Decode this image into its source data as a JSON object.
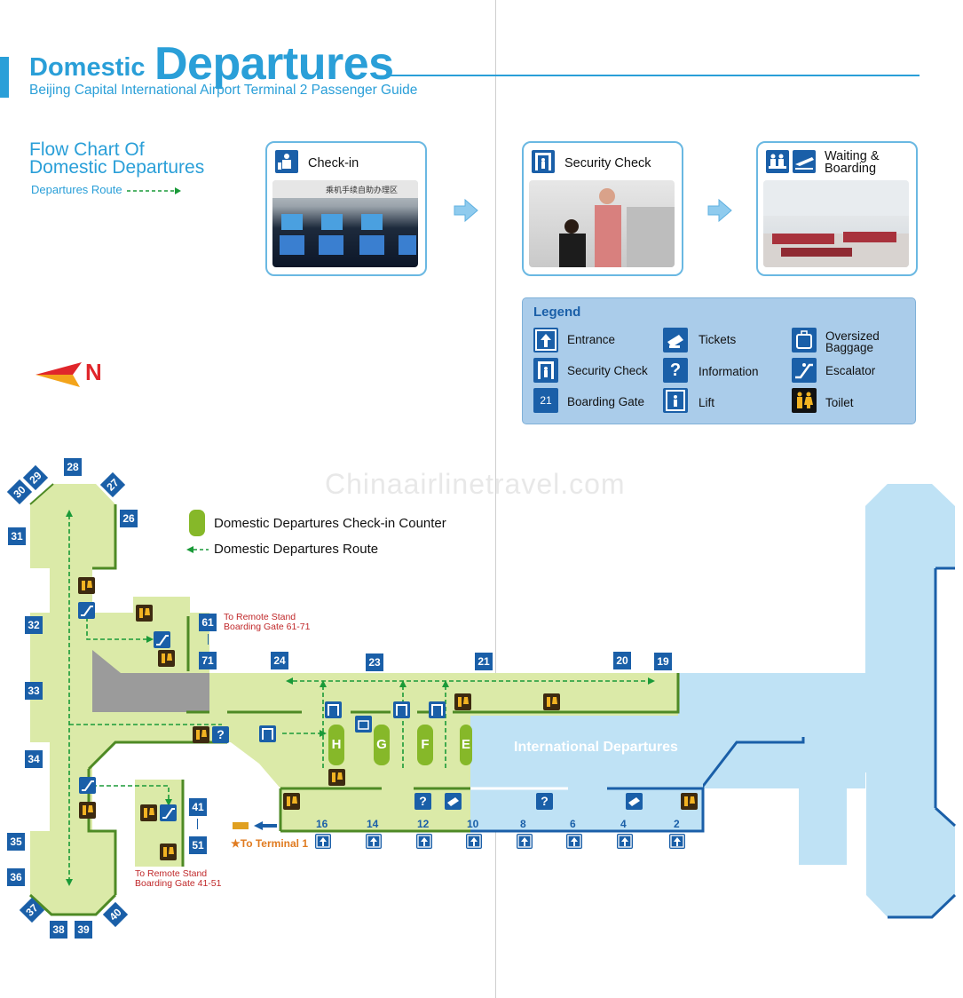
{
  "header": {
    "title_small": "Domestic",
    "title_big": "Departures",
    "subtitle": "Beijing Capital International Airport Terminal 2 Passenger Guide"
  },
  "flow": {
    "title_line1": "Flow Chart Of",
    "title_line2": "Domestic Departures",
    "route_label": "Departures Route",
    "steps": [
      {
        "label": "Check-in",
        "icon": "check-in-icon"
      },
      {
        "label": "Security Check",
        "icon": "security-check-icon"
      },
      {
        "label_line1": "Waiting &",
        "label_line2": "Boarding",
        "icon": "waiting-boarding-icon"
      }
    ]
  },
  "legend": {
    "title": "Legend",
    "items": [
      {
        "label": "Entrance",
        "icon": "entrance-icon"
      },
      {
        "label": "Security Check",
        "icon": "security-check-icon"
      },
      {
        "label": "Boarding Gate",
        "icon": "boarding-gate-icon",
        "sample": "21"
      },
      {
        "label": "Tickets",
        "icon": "tickets-icon"
      },
      {
        "label": "Information",
        "icon": "information-icon"
      },
      {
        "label": "Lift",
        "icon": "lift-icon"
      },
      {
        "label_line1": "Oversized",
        "label_line2": "Baggage",
        "icon": "oversized-baggage-icon"
      },
      {
        "label": "Escalator",
        "icon": "escalator-icon"
      },
      {
        "label": "Toilet",
        "icon": "toilet-icon"
      }
    ]
  },
  "compass": {
    "label": "N"
  },
  "watermark": "Chinaairlinetravel.com",
  "map": {
    "key_counter": "Domestic Departures Check-in Counter",
    "key_route": "Domestic Departures Route",
    "remote_61_line1": "To Remote Stand",
    "remote_61_line2": "Boarding Gate 61-71",
    "remote_41_line1": "To Remote Stand",
    "remote_41_line2": "Boarding Gate 41-51",
    "to_terminal1": "★To Terminal 1",
    "international": "International Departures",
    "counters": [
      "H",
      "G",
      "F",
      "E"
    ],
    "gates": [
      "28",
      "29",
      "30",
      "27",
      "26",
      "31",
      "32",
      "33",
      "34",
      "35",
      "36",
      "37",
      "38",
      "39",
      "40",
      "61",
      "71",
      "41",
      "51",
      "24",
      "23",
      "21",
      "20",
      "19"
    ],
    "entrance_numbers": [
      "16",
      "14",
      "12",
      "10",
      "8",
      "6",
      "4",
      "2"
    ]
  },
  "colors": {
    "brand_blue": "#2a9fd8",
    "gate_blue": "#1a5fa8",
    "domestic_area": "#dbeaa8",
    "domestic_border": "#4e8a25",
    "international_area": "#bfe2f5",
    "international_border": "#1a5fa8",
    "route_green": "#1a9a38",
    "counter_green": "#86b829"
  }
}
